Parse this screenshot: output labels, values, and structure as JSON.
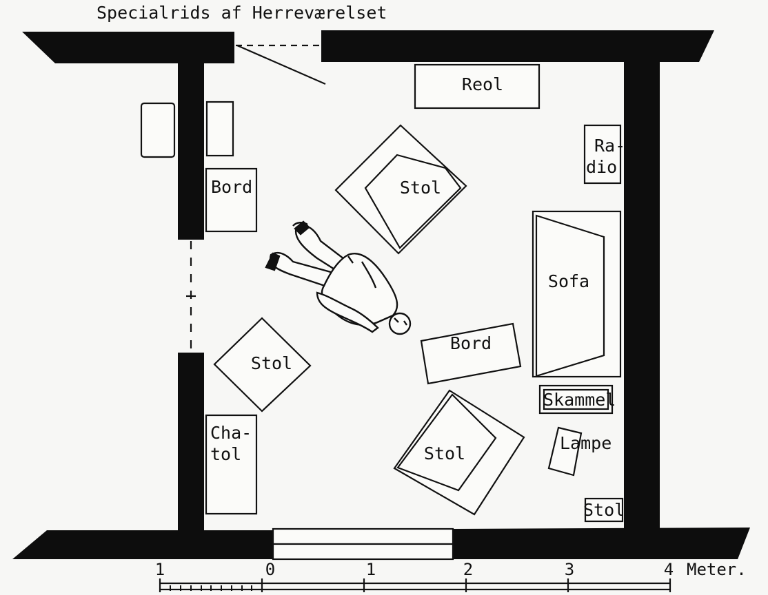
{
  "title": "Specialrids af Herreværelset",
  "labels": {
    "reol": "Reol",
    "radio_line1": "Ra-",
    "radio_line2": "dio",
    "bord_left": "Bord",
    "stol_top": "Stol",
    "sofa": "Sofa",
    "bord_center": "Bord",
    "stol_left": "Stol",
    "skammel": "Skammel",
    "chatol_line1": "Cha-",
    "chatol_line2": "tol",
    "lampe": "Lampe",
    "stol_bottom": "Stol",
    "stol_small": "Stol"
  },
  "scale": {
    "ticks": [
      "1",
      "0",
      "1",
      "2",
      "3",
      "4"
    ],
    "unit": "Meter."
  },
  "colors": {
    "ink": "#111111",
    "wall": "#0d0d0d",
    "paper": "#f7f7f5"
  }
}
